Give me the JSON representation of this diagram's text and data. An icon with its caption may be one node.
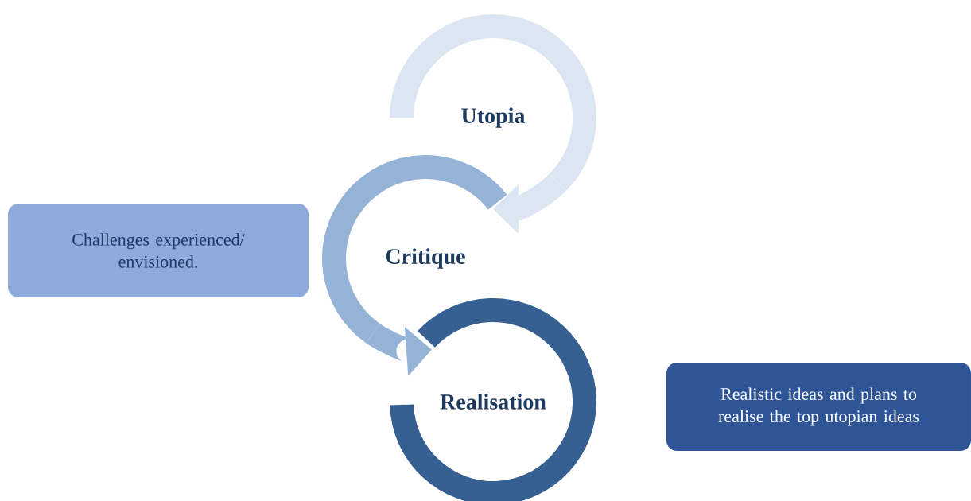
{
  "diagram": {
    "nodes": [
      {
        "text": [
          "Utopia"
        ]
      },
      {
        "text": [
          "Critique"
        ]
      },
      {
        "text": [
          "Realisation"
        ]
      },
      {
        "text": [
          "Challenges experienced/ envisioned."
        ]
      },
      {
        "text": [
          "Realistic ideas and plans to realise the top utopian ideas"
        ]
      }
    ],
    "edges": [
      {
        "from": 0,
        "to": 1,
        "arrow": "to"
      },
      {
        "from": 1,
        "to": 2,
        "arrow": "to"
      }
    ]
  }
}
